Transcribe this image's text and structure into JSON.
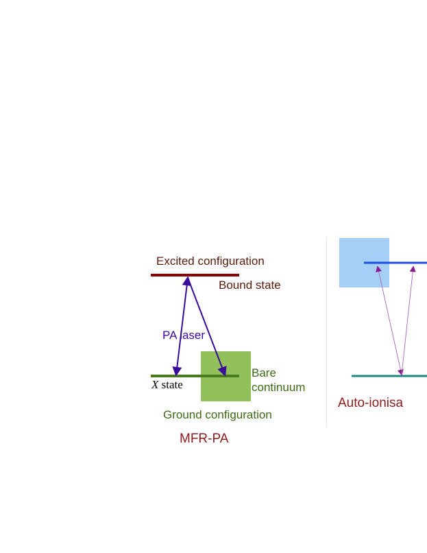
{
  "left_panel": {
    "excited_configuration": "Excited configuration",
    "bound_state": "Bound state",
    "pa_laser": "PA laser",
    "x_state_symbol": "X",
    "x_state_word": "state",
    "bare": "Bare",
    "continuum": "continuum",
    "ground_configuration": "Ground configuration",
    "caption": "MFR-PA"
  },
  "right_panel": {
    "caption": "Auto-ionisa"
  },
  "colors": {
    "excited_level": "#8b0000",
    "ground_level": "#4a7a1e",
    "green_box": "#92c05a",
    "laser_arrow": "#3a0a9a",
    "blue_box": "#a6cff7",
    "blue_level": "#1f4fe0",
    "teal_level": "#1a8a80",
    "purple_arrow": "#9a2aa8",
    "dark_red_text": "#5a1a0a",
    "ground_text": "#3d6a14",
    "caption_text": "#8b1a1a"
  }
}
